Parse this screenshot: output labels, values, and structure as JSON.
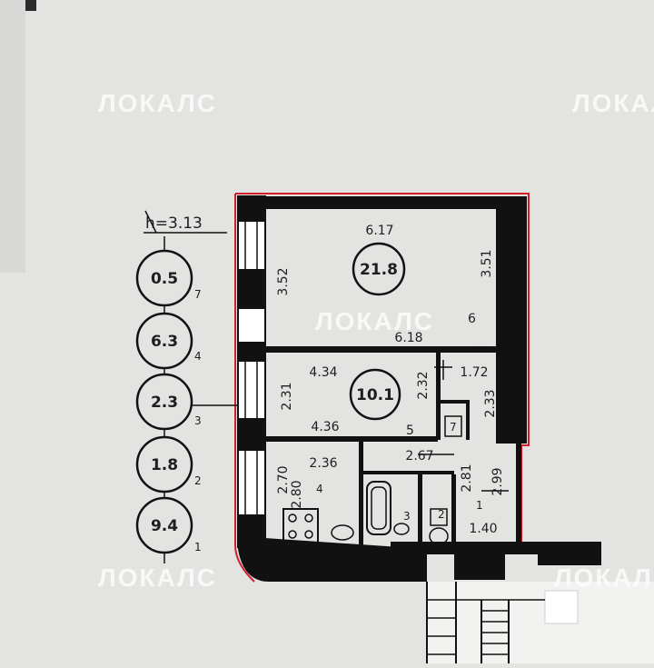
{
  "watermark": "ЛОКАЛС",
  "ceiling_height": "h=3.13",
  "legend": [
    {
      "area": "0.5",
      "index": "7"
    },
    {
      "area": "6.3",
      "index": "4"
    },
    {
      "area": "2.3",
      "index": "3"
    },
    {
      "area": "1.8",
      "index": "2"
    },
    {
      "area": "9.4",
      "index": "1"
    }
  ],
  "rooms": {
    "main_room": {
      "area": "21.8",
      "width_top": "6.17",
      "width_bottom": "6.18",
      "height_left": "3.52",
      "height_right": "3.51",
      "number": "6"
    },
    "middle_room": {
      "area": "10.1",
      "width_top": "4.34",
      "width_bottom": "4.36",
      "height_left": "2.31",
      "height_right": "2.32",
      "number": "5"
    },
    "side_passage": {
      "width": "1.72",
      "height": "2.33"
    },
    "closet": {
      "number": "7"
    },
    "kitchen": {
      "width": "2.36",
      "height_outer": "2.70",
      "height_inner": "2.80",
      "number": "4"
    },
    "bathroom": {
      "width": "2.67",
      "number": "3"
    },
    "wc": {
      "height": "2.81",
      "number": "2"
    },
    "hall": {
      "height": "2.99",
      "width": "1.40",
      "number": "1"
    }
  }
}
